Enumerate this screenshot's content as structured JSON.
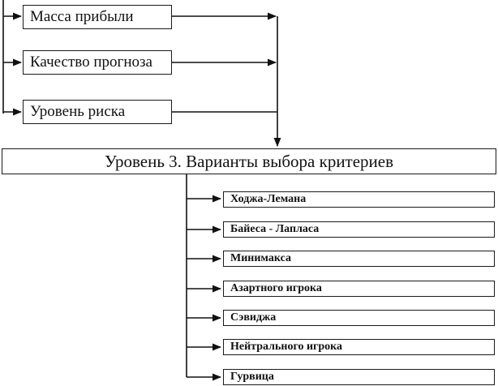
{
  "top_boxes": [
    {
      "label": "Масса прибыли"
    },
    {
      "label": "Качество прогноза"
    },
    {
      "label": "Уровень риска"
    }
  ],
  "level_box": {
    "label": "Уровень 3. Варианты выбора критериев"
  },
  "criteria": [
    {
      "label": "Ходжа-Лемана"
    },
    {
      "label": "Байеса - Лапласа"
    },
    {
      "label": "Минимакса"
    },
    {
      "label": "Азартного игрока"
    },
    {
      "label": "Сэвиджа"
    },
    {
      "label": "Нейтрального игрока"
    },
    {
      "label": "Гурвица"
    }
  ]
}
